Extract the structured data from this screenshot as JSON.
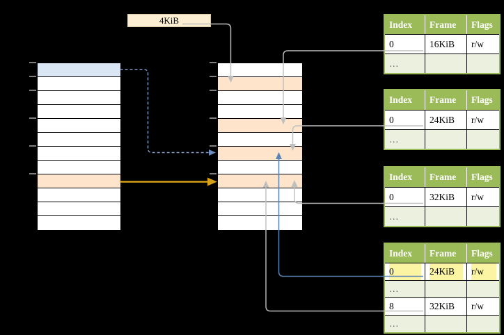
{
  "diagram": {
    "title_hint": "two-level page table translation diagram",
    "page_size_label": "4KiB",
    "colors": {
      "green": "#9bbb59",
      "lgreen": "#ebf1de",
      "orange": "#fde4cb",
      "blue_row": "#dbe6f4",
      "cream": "#fbeed3",
      "yellow_hl": "#fbf4a2",
      "gray_line": "#bfbfbf",
      "gold_line": "#d7a019",
      "blue_line": "#5b83b5",
      "dashed_blue_line": "#7e9cc9"
    },
    "left_column": {
      "rows": 12,
      "blue_row_index": 0,
      "orange_row_index": 8,
      "tick_boundary_indices": [
        0,
        1,
        2,
        4,
        6,
        8
      ]
    },
    "middle_column": {
      "rows": 12,
      "orange_row_indices": [
        1,
        4,
        6,
        8
      ],
      "tick_boundary_indices": [
        0,
        1,
        2,
        4,
        6,
        8
      ]
    },
    "page_tables": [
      {
        "name": "page-table-16kib",
        "columns": [
          "Index",
          "Frame",
          "Flags"
        ],
        "rows": [
          {
            "cells": [
              "0",
              "16KiB",
              "r/w"
            ],
            "shaded": false,
            "highlight": false
          },
          {
            "cells": [
              "…",
              "",
              ""
            ],
            "shaded": true,
            "highlight": false
          }
        ]
      },
      {
        "name": "page-table-24kib",
        "columns": [
          "Index",
          "Frame",
          "Flags"
        ],
        "rows": [
          {
            "cells": [
              "0",
              "24KiB",
              "r/w"
            ],
            "shaded": false,
            "highlight": false
          },
          {
            "cells": [
              "…",
              "",
              ""
            ],
            "shaded": true,
            "highlight": false
          }
        ]
      },
      {
        "name": "page-table-32kib",
        "columns": [
          "Index",
          "Frame",
          "Flags"
        ],
        "rows": [
          {
            "cells": [
              "0",
              "32KiB",
              "r/w"
            ],
            "shaded": false,
            "highlight": false
          },
          {
            "cells": [
              "…",
              "",
              ""
            ],
            "shaded": true,
            "highlight": false
          }
        ]
      },
      {
        "name": "page-table-level2",
        "columns": [
          "Index",
          "Frame",
          "Flags"
        ],
        "rows": [
          {
            "cells": [
              "0",
              "24KiB",
              "r/w"
            ],
            "shaded": false,
            "highlight": true
          },
          {
            "cells": [
              "…",
              "",
              ""
            ],
            "shaded": true,
            "highlight": false
          },
          {
            "cells": [
              "8",
              "32KiB",
              "r/w"
            ],
            "shaded": false,
            "highlight": false
          },
          {
            "cells": [
              "…",
              "",
              ""
            ],
            "shaded": true,
            "highlight": false
          }
        ]
      }
    ]
  }
}
